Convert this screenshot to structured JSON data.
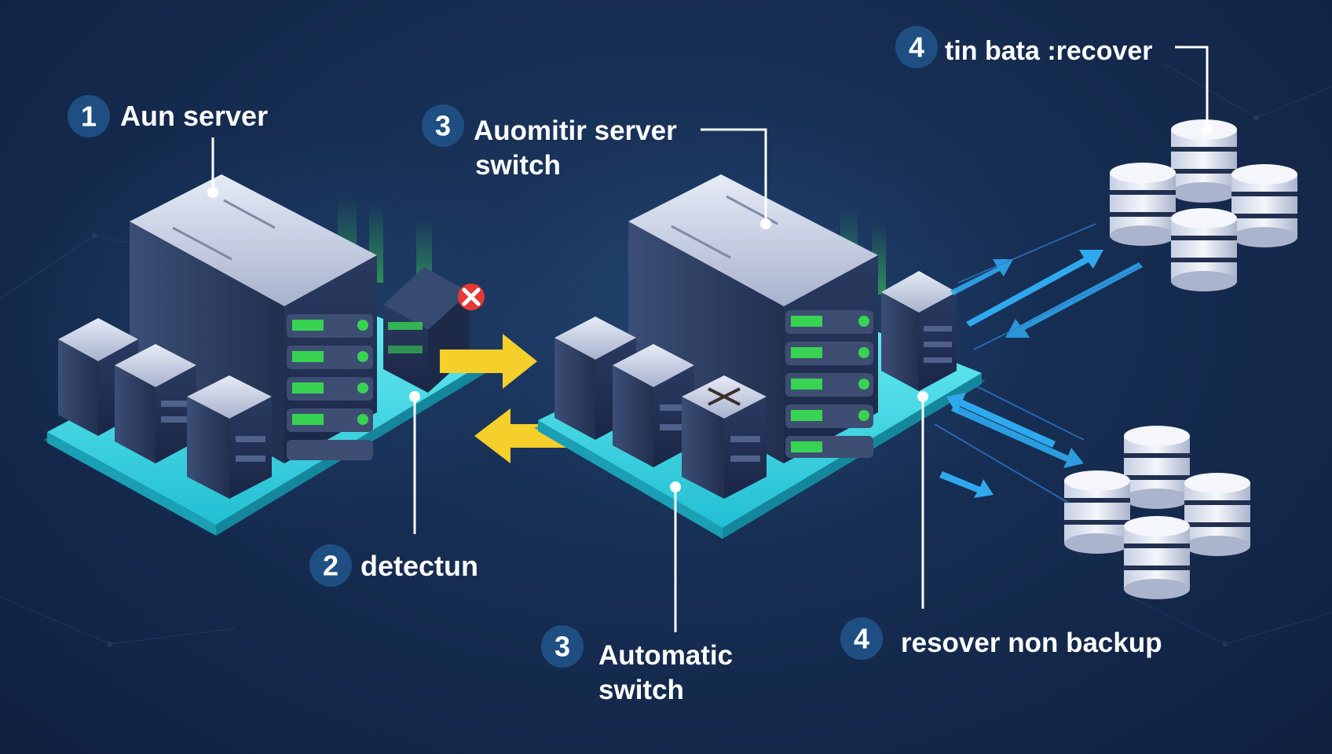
{
  "labels": {
    "step1": {
      "num": "1",
      "text": "Aun server"
    },
    "step2": {
      "num": "2",
      "text": "detectun"
    },
    "step3_top": {
      "num": "3",
      "line1": "Auomitir server",
      "line2": "switch"
    },
    "step3_bottom": {
      "num": "3",
      "line1": "Automatic",
      "line2": "switch"
    },
    "step4_top": {
      "num": "4",
      "text": "tin bata :recover"
    },
    "step4_bottom": {
      "num": "4",
      "text": "resover non backup"
    }
  },
  "icons": {
    "error": "x-error-icon",
    "arrow_right": "arrow-right-icon",
    "arrow_left": "arrow-left-icon"
  },
  "colors": {
    "background": "#162d52",
    "platform": "#3fd9e6",
    "badge": "#1f4f82",
    "arrow_yellow": "#f5cf2a",
    "arrow_blue": "#2fa9ee",
    "error": "#e53935",
    "led_green": "#39d353",
    "connector": "#ffffff"
  }
}
